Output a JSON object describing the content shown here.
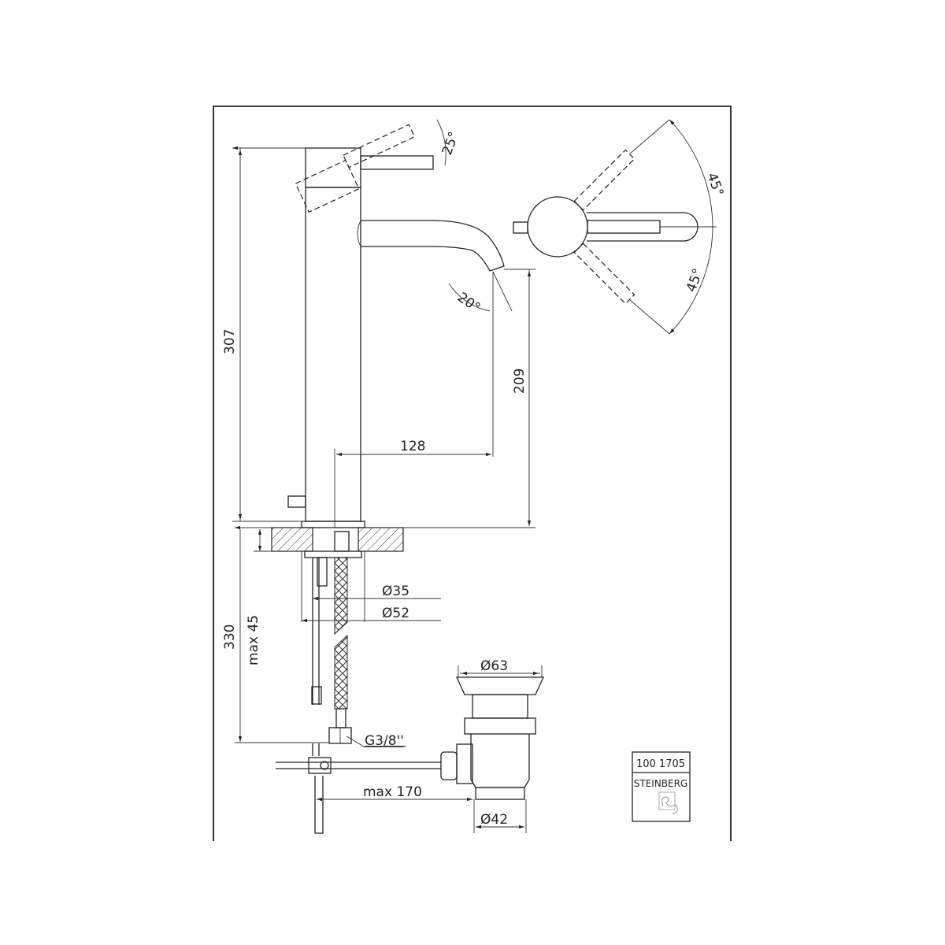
{
  "dimensions": {
    "lever_tilt": "25°",
    "rotation_upper": "45°",
    "rotation_lower": "45°",
    "spout_angle": "20°",
    "total_height": "307",
    "spout_height": "209",
    "spout_reach": "128",
    "below_counter": "330",
    "counter_max": "max 45",
    "dia_35": "Ø35",
    "dia_52": "Ø52",
    "dia_63": "Ø63",
    "thread": "G3/8''",
    "max_170": "max 170",
    "dia_42": "Ø42"
  },
  "title_block": {
    "article_number": "100 1705",
    "brand": "STEINBERG"
  }
}
